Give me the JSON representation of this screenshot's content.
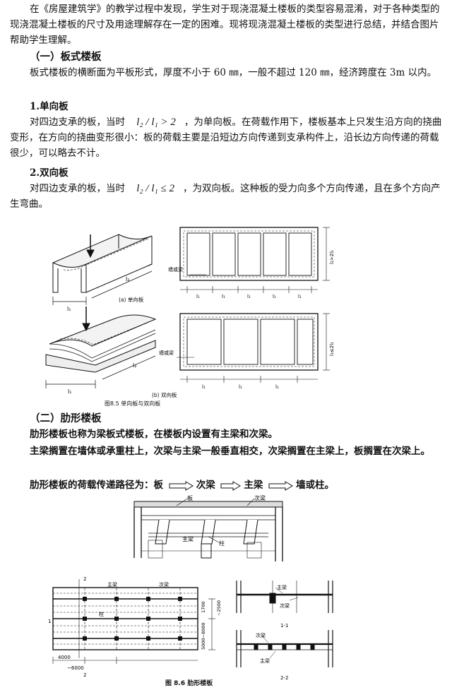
{
  "intro": "在《房屋建筑学》的教学过程中发现，学生对于现浇混凝土楼板的类型容易混淆，对于各种类型的现浇混凝土楼板的尺寸及用途理解存在一定的困难。现将现浇混凝土楼板的类型进行总结，并结合图片帮助学生理解。",
  "sec1": {
    "title": "（一）板式楼板",
    "body": "板式楼板的横断面为平板形式，厚度不小于 60 ㎜，一般不超过 120 ㎜，经济跨度在 3m 以内。",
    "one_way": {
      "title": "1.单向板",
      "pre": "对四边支承的板，当时",
      "formula": "l₂ / l₁ > 2",
      "post": "，为单向板。在荷载作用下，楼板基本上只发生沿方向的挠曲变形，在方向的挠曲变形很小：板的荷载主要是沿短边方向传递到支承构件上，沿长边方向传递的荷载很少，可以略去不计。"
    },
    "two_way": {
      "title": "2.双向板",
      "pre": "对四边支承的板，当时",
      "formula": "l₂ / l₁ ≤ 2",
      "post": "，为双向板。这种板的受力向多个方向传递，且在多个方向产生弯曲。"
    }
  },
  "fig85": {
    "sub_a": "(a) 单向板",
    "sub_b": "(b) 双向板",
    "caption": "图8.5 单向板与双向板",
    "label_wall": "墙或梁",
    "label_l1": "l₁",
    "label_l2": "l₂",
    "label_a_ratio": "l₂>2l₁",
    "label_b_ratio": "l₂≤2l₁"
  },
  "sec2": {
    "title": "（二）肋形楼板",
    "line1": "肋形楼板也称为梁板式楼板，在楼板内设置有主梁和次梁。",
    "line2": "主梁搁置在墙体或承重柱上，次梁与主梁一般垂直相交，次梁搁置在主梁上，板搁置在次梁上。",
    "path_label": "肋形楼板的荷载传递路径为：",
    "path": [
      "板",
      "次梁",
      "主梁",
      "墙或柱。"
    ]
  },
  "fig86": {
    "caption": "图 8.6 肋形楼板",
    "label_slab": "板",
    "label_sec_beam": "次梁",
    "label_main_beam": "主梁",
    "label_column": "柱",
    "dim_4000": "4000",
    "dim_6000": "~6000",
    "dim_1700": "1700",
    "dim_2500": "~2500",
    "dim_5000": "5000~8000",
    "mark_2": "2",
    "mark_1": "1",
    "sec_1": "1-1",
    "sec_2": "2-2"
  }
}
